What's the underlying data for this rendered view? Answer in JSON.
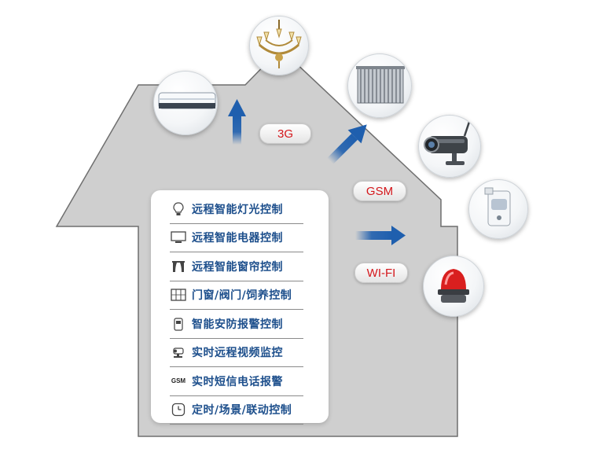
{
  "features": [
    {
      "icon": "bulb-icon",
      "label": "远程智能灯光控制"
    },
    {
      "icon": "monitor-icon",
      "label": "远程智能电器控制"
    },
    {
      "icon": "curtain-icon",
      "label": "远程智能窗帘控制"
    },
    {
      "icon": "window-icon",
      "label": "门窗/阀门/饲养控制"
    },
    {
      "icon": "sensor-icon",
      "label": "智能安防报警控制"
    },
    {
      "icon": "camera-icon",
      "label": "实时远程视频监控"
    },
    {
      "icon": "gsm-icon",
      "icon_text": "GSM",
      "label": "实时短信电话报警"
    },
    {
      "icon": "clock-icon",
      "label": "定时/场景/联动控制"
    }
  ],
  "networks": {
    "n3g": "3G",
    "gsm": "GSM",
    "wifi": "WI-FI"
  },
  "devices": [
    "air-conditioner",
    "chandelier",
    "curtain",
    "security-camera",
    "motion-sensor",
    "alarm-siren"
  ],
  "colors": {
    "house": "#cfcfcf",
    "house_outline": "#6f6f6f",
    "arrow": "#1f5fae",
    "label": "#1d4f8c",
    "tag_text": "#d4161b"
  }
}
